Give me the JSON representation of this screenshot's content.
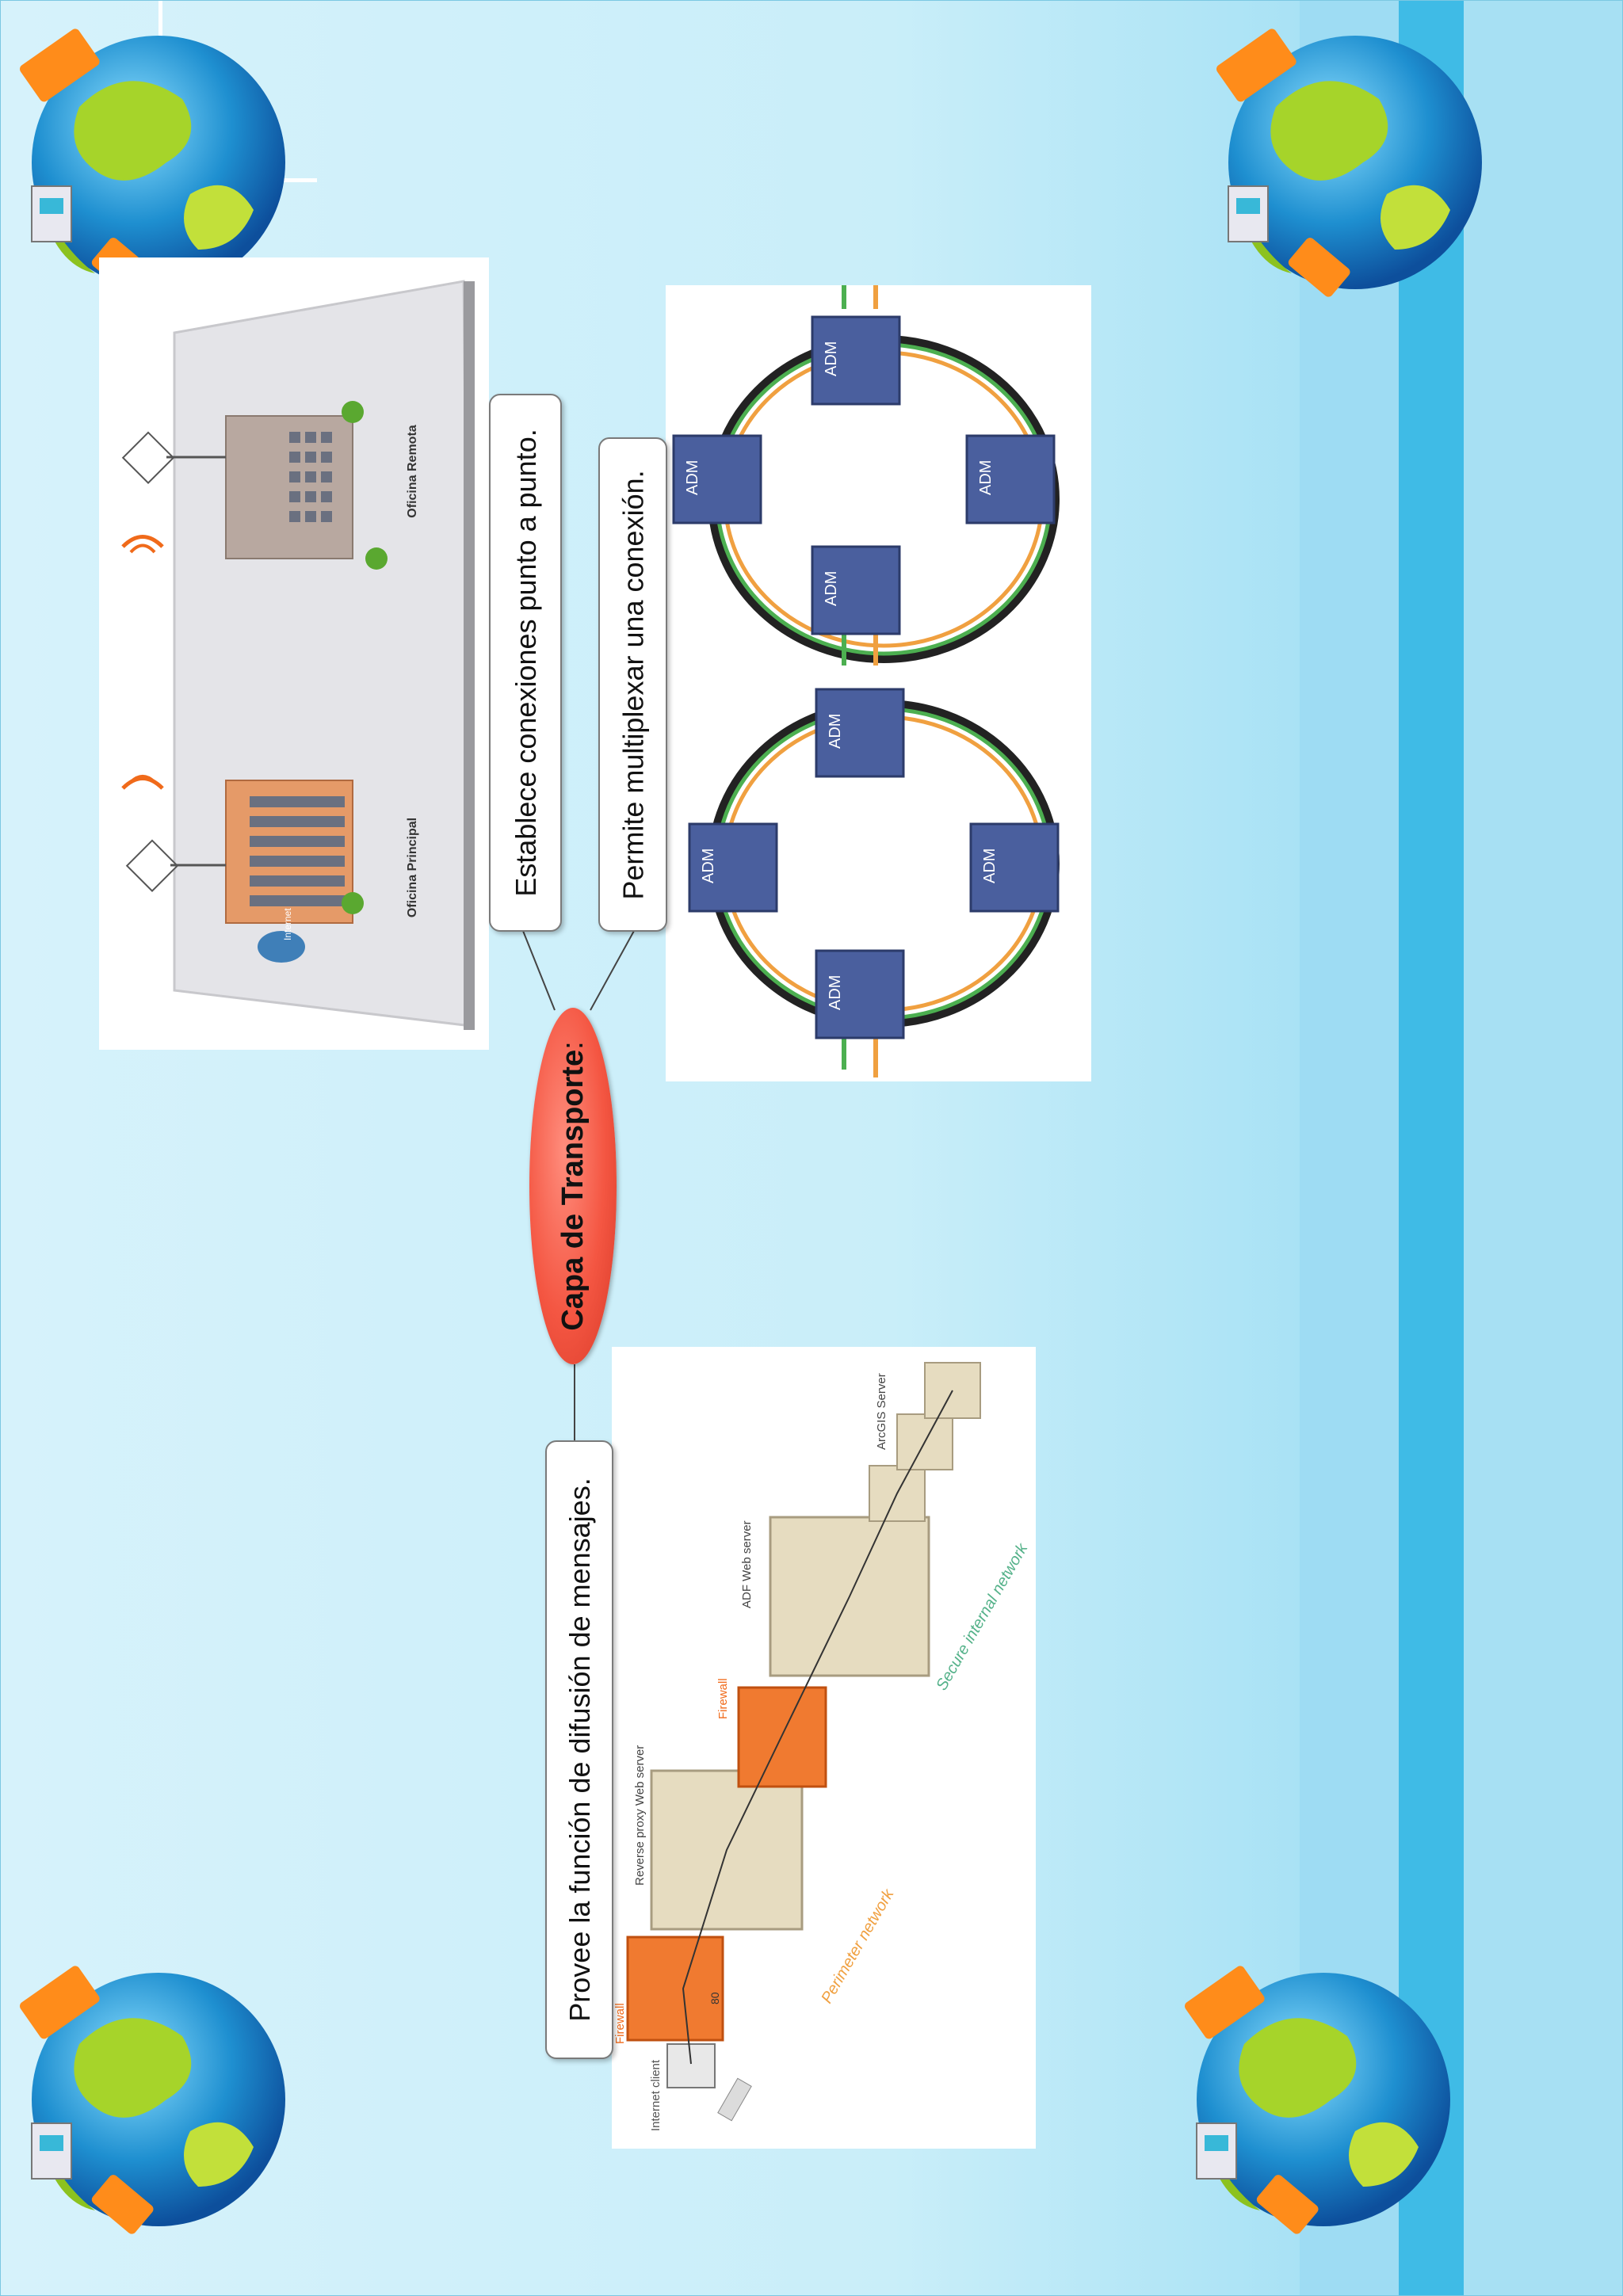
{
  "diagram": {
    "center_title": "Capa de Transporte",
    "center_suffix": ":",
    "branch_1": "Establece conexiones punto a punto.",
    "branch_2": "Permite multiplexar una conexión.",
    "branch_3": "Provee la función de difusión de mensajes."
  },
  "image_point_to_point": {
    "main_office": "Oficina Principal",
    "remote_office": "Oficina Remota",
    "cloud": "Internet"
  },
  "image_rings": {
    "node_label": "ADM"
  },
  "image_network": {
    "internet_client": "Internet client",
    "firewall_1": "Firewall",
    "port": "80",
    "proxy": "Reverse proxy Web server",
    "firewall_2": "Firewall",
    "adf": "ADF Web server",
    "arcgis": "ArcGIS Server",
    "perimeter": "Perimeter network",
    "secure": "Secure internal network"
  },
  "colors": {
    "center_oval": "#f45642",
    "ring_green": "#4caf50",
    "ring_orange": "#f0a040",
    "adm_blue": "#4a5f9e"
  }
}
